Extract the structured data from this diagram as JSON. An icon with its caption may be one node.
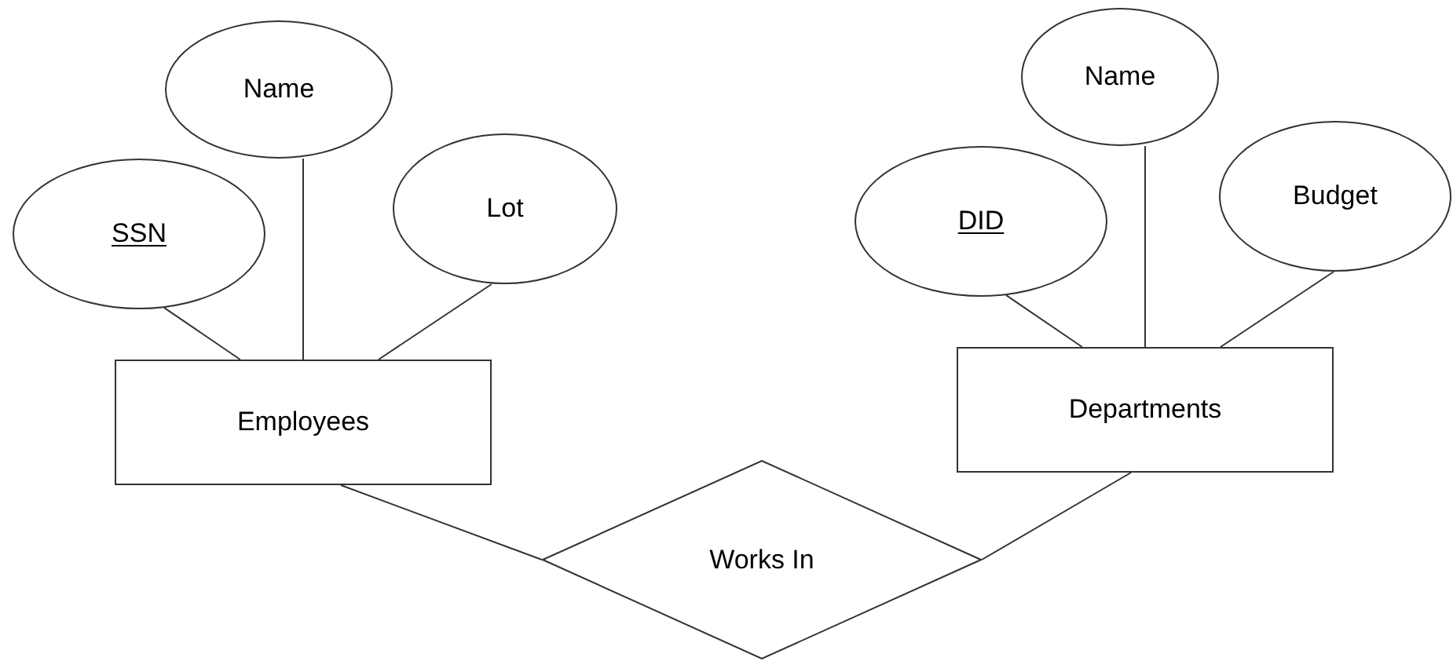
{
  "diagram": {
    "nodes": [
      {
        "text": [
          "Name"
        ]
      },
      {
        "text": [
          "SSN"
        ]
      },
      {
        "text": [
          "Lot"
        ]
      },
      {
        "text": [
          "Employees"
        ]
      },
      {
        "text": [
          "Name"
        ]
      },
      {
        "text": [
          "DID"
        ]
      },
      {
        "text": [
          "Budget"
        ]
      },
      {
        "text": [
          "Departments"
        ]
      },
      {
        "text": [
          "Works In"
        ]
      }
    ],
    "edges": [
      {
        "from": 0,
        "to": 3,
        "arrow": "none"
      },
      {
        "from": 1,
        "to": 3,
        "arrow": "none"
      },
      {
        "from": 2,
        "to": 3,
        "arrow": "none"
      },
      {
        "from": 4,
        "to": 7,
        "arrow": "none"
      },
      {
        "from": 5,
        "to": 7,
        "arrow": "none"
      },
      {
        "from": 6,
        "to": 7,
        "arrow": "none"
      },
      {
        "from": 3,
        "to": 8,
        "arrow": "none"
      },
      {
        "from": 7,
        "to": 8,
        "arrow": "none"
      }
    ]
  }
}
